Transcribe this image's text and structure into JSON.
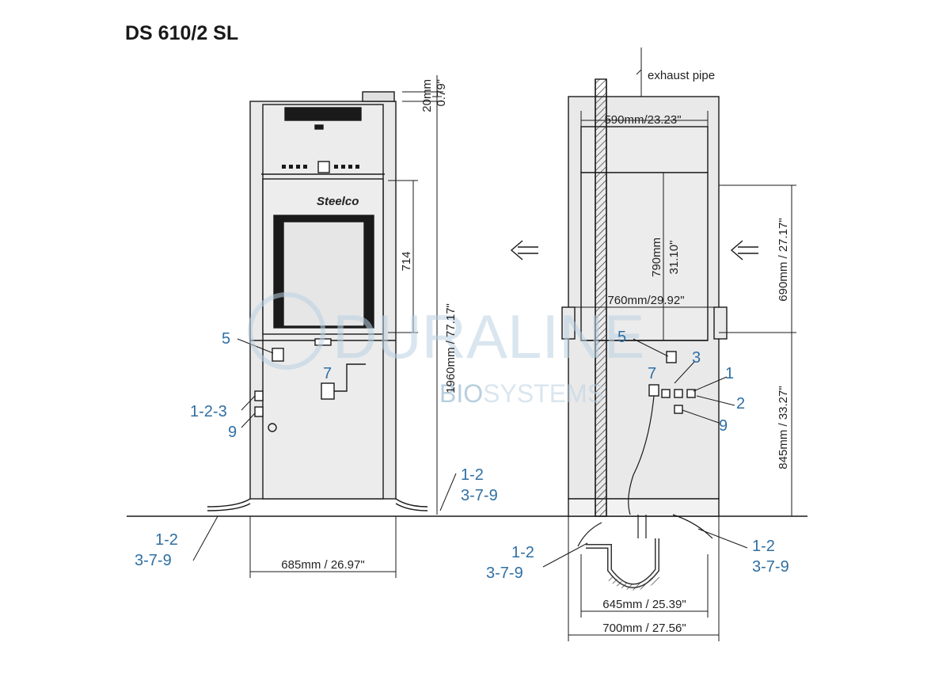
{
  "title": "DS 610/2 SL",
  "brand_logo_text": "Steelco",
  "watermark": {
    "line1": "DURALINE",
    "line2_part1": "BIO",
    "line2_part2": "SYSTEMS"
  },
  "labels": {
    "exhaust_pipe": "exhaust pipe"
  },
  "dimensions": {
    "front_top_mm": "20mm",
    "front_top_in": "0.79\"",
    "front_door_height": "714",
    "front_total_height": "1960mm / 77.17\"",
    "front_width": "685mm / 26.97\"",
    "side_inner_width_top": "590mm/23.23\"",
    "side_height_790_mm": "790mm",
    "side_height_790_in": "31.10\"",
    "side_width_760": "760mm/29.92\"",
    "side_height_690": "690mm / 27.17\"",
    "side_height_845": "845mm / 33.27\"",
    "side_width_645": "645mm / 25.39\"",
    "side_width_700": "700mm / 27.56\""
  },
  "callouts": {
    "front_5": "5",
    "front_7": "7",
    "front_123": "1-2-3",
    "front_9": "9",
    "front_floor_right_1": "1-2",
    "front_floor_right_2": "3-7-9",
    "front_floor_left_1": "1-2",
    "front_floor_left_2": "3-7-9",
    "side_5": "5",
    "side_7": "7",
    "side_3": "3",
    "side_1": "1",
    "side_2": "2",
    "side_9": "9",
    "side_left_1": "1-2",
    "side_left_2": "3-7-9",
    "side_right_1": "1-2",
    "side_right_2": "3-7-9"
  },
  "colors": {
    "line": "#1a1a1a",
    "callout": "#2f6fa3",
    "panel": "#e9e9e9",
    "watermark": "#bcd2e2"
  }
}
